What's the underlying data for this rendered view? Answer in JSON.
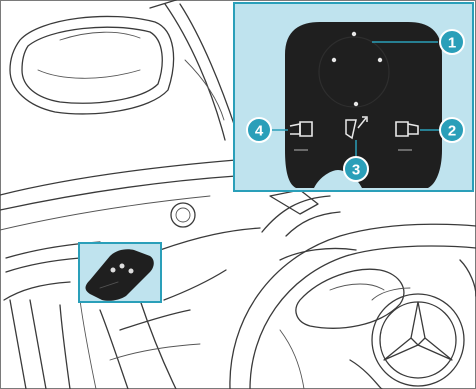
{
  "colors": {
    "accent": "#2a9fb9",
    "panel_bg": "#bfe3ee",
    "switch_body": "#1f1f1f",
    "callout_fill": "#2a9fb9",
    "line": "#3a3a3a"
  },
  "callouts": [
    {
      "number": "1"
    },
    {
      "number": "2"
    },
    {
      "number": "3"
    },
    {
      "number": "4"
    }
  ],
  "icons": {
    "left_mirror": "left-mirror-select-icon",
    "right_mirror": "right-mirror-select-icon",
    "fold": "mirror-fold-icon"
  }
}
